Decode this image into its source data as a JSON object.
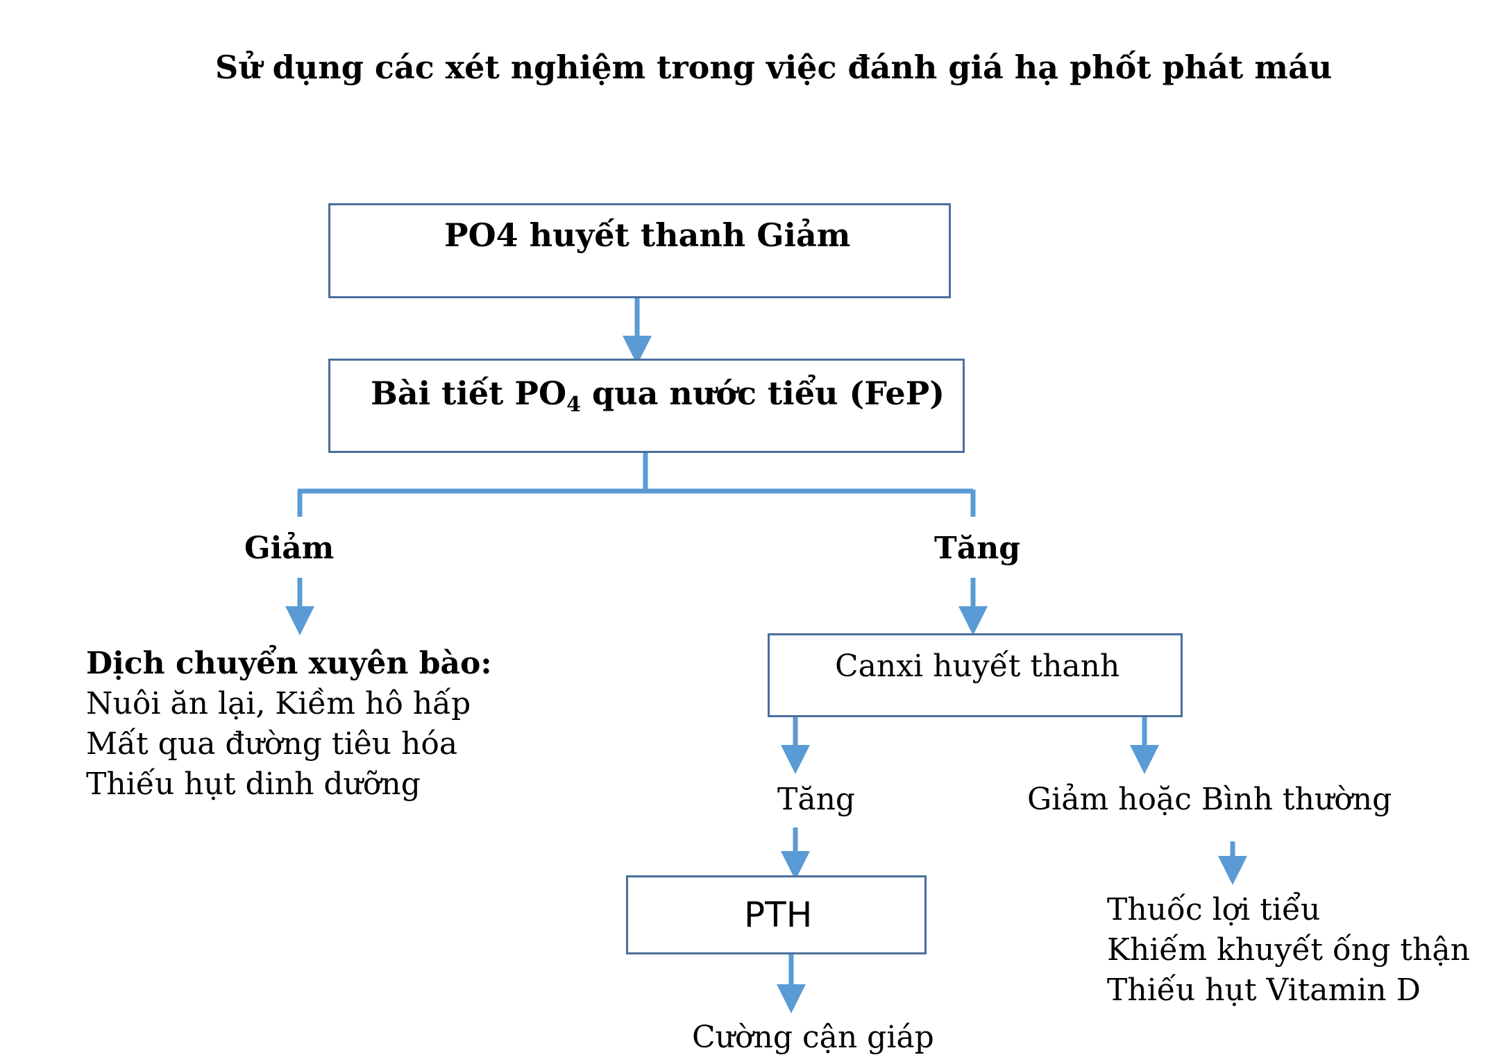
{
  "title": "Sử dụng các xét nghiệm trong việc đánh giá hạ phốt phát máu",
  "nodes": {
    "serum_po4": "PO4 huyết thanh Giảm",
    "urine_po4_prefix": "Bài tiết PO",
    "urine_po4_sub": "4",
    "urine_po4_suffix": " qua nước tiểu (FeP)",
    "decreased": "Giảm",
    "increased": "Tăng",
    "transcellular_title": "Dịch chuyển xuyên bào:",
    "transcellular_causes": [
      "Nuôi ăn lại, Kiềm hô hấp",
      "Mất qua đường tiêu hóa",
      "Thiếu hụt dinh dưỡng"
    ],
    "serum_calcium": "Canxi huyết thanh",
    "calcium_increased": "Tăng",
    "calcium_low_normal": "Giảm hoặc Bình thường",
    "pth": "PTH",
    "hyperparathyroidism": "Cường cận giáp",
    "renal_causes": [
      "Thuốc lợi tiểu",
      "Khiếm khuyết ống thận",
      "Thiếu hụt Vitamin D"
    ]
  },
  "colors": {
    "arrow": "#5b9bd5",
    "box_border": "#4a6f9c"
  }
}
